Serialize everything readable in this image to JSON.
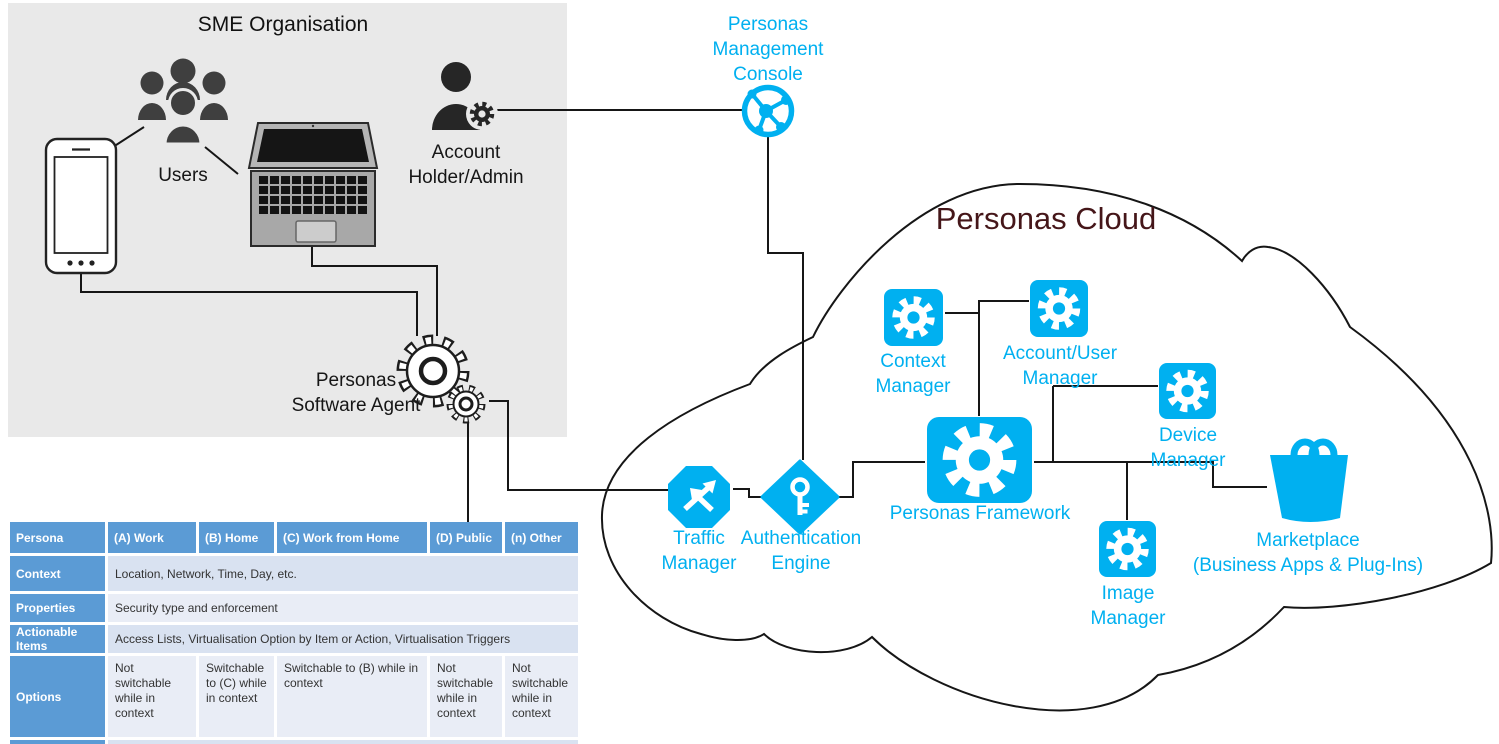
{
  "sme": {
    "title": "SME Organisation",
    "users_label": "Users",
    "admin_label": [
      "Account",
      "Holder/Admin"
    ],
    "agent_label": [
      "Personas",
      "Software Agent"
    ]
  },
  "console": {
    "label": [
      "Personas",
      "Management",
      "Console"
    ]
  },
  "cloud": {
    "title": "Personas Cloud",
    "traffic": [
      "Traffic",
      "Manager"
    ],
    "auth": [
      "Authentication",
      "Engine"
    ],
    "framework": "Personas Framework",
    "context": [
      "Context",
      "Manager"
    ],
    "account": [
      "Account/User",
      "Manager"
    ],
    "device": [
      "Device",
      "Manager"
    ],
    "image": [
      "Image",
      "Manager"
    ],
    "marketplace": [
      "Marketplace",
      "(Business Apps & Plug-Ins)"
    ]
  },
  "table": {
    "header": [
      "Persona",
      "(A) Work",
      "(B) Home",
      "(C) Work from Home",
      "(D) Public",
      "(n) Other"
    ],
    "context": {
      "label": "Context",
      "value": "Location, Network, Time, Day, etc."
    },
    "properties": {
      "label": "Properties",
      "value": "Security type and enforcement"
    },
    "actionable": {
      "label": "Actionable Items",
      "value": "Access Lists, Virtualisation Option by Item or Action, Virtualisation Triggers"
    },
    "options": {
      "label": "Options",
      "values": [
        "Not switchable while in context",
        "Switchable to (C) while in context",
        "Switchable to (B) while in context",
        "Not switchable while in context",
        "Not switchable while in context"
      ]
    }
  },
  "colors": {
    "accent": "#00b0f0",
    "cloud_title": "#451619",
    "dark_icon": "#3f3f3f",
    "table_header_bg": "#5b9bd5",
    "row_dark": "#d9e2f1",
    "row_light": "#e9edf6",
    "sme_bg": "#e9e9e9"
  }
}
